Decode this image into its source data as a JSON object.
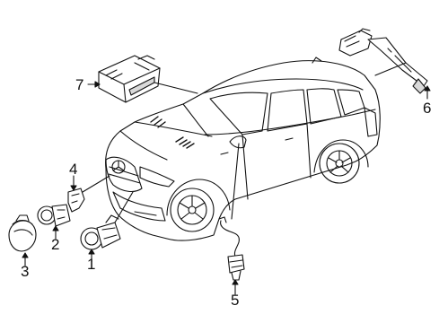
{
  "callouts": [
    {
      "id": "1",
      "label": "1"
    },
    {
      "id": "2",
      "label": "2"
    },
    {
      "id": "3",
      "label": "3"
    },
    {
      "id": "4",
      "label": "4"
    },
    {
      "id": "5",
      "label": "5"
    },
    {
      "id": "6",
      "label": "6"
    },
    {
      "id": "7",
      "label": "7"
    }
  ],
  "colors": {
    "line": "#111111",
    "background": "#ffffff",
    "shade": "#d9d9d9"
  }
}
